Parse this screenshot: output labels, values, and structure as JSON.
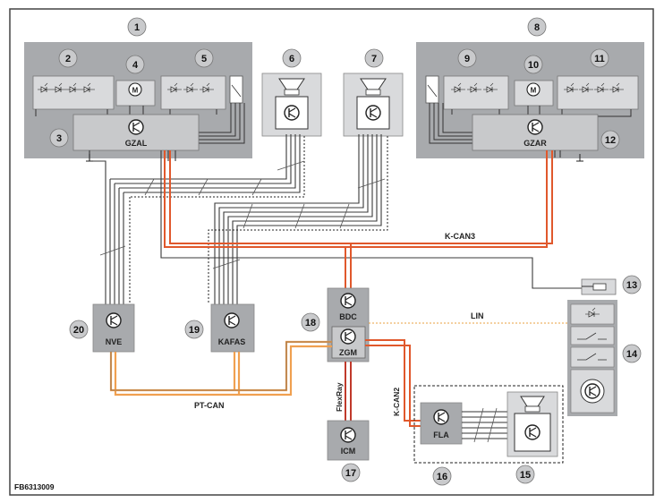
{
  "diagram": {
    "figure_id": "FB6313009",
    "colors": {
      "module_fill": "#a8aaad",
      "panel_fill": "#d9dadc",
      "wire_dark": "#333333",
      "can_red": "#e0582c",
      "pt_can_orange": "#f0a050",
      "lin_dotted": "#e8a040"
    },
    "numbers": [
      "1",
      "2",
      "3",
      "4",
      "5",
      "6",
      "7",
      "8",
      "9",
      "10",
      "11",
      "12",
      "13",
      "14",
      "15",
      "16",
      "17",
      "18",
      "19",
      "20"
    ],
    "modules": {
      "gzal": "GZAL",
      "gzar": "GZAR",
      "nve": "NVE",
      "kafas": "KAFAS",
      "bdc": "BDC",
      "zgm": "ZGM",
      "icm": "ICM",
      "fla": "FLA"
    },
    "buses": {
      "kcan3": "K-CAN3",
      "lin": "LIN",
      "ptcan": "PT-CAN",
      "flexray": "FlexRay",
      "kcan2": "K-CAN2"
    },
    "icons": [
      "transistor-icon",
      "motor-icon",
      "led-icon",
      "relay-icon",
      "speaker-icon",
      "switch-icon",
      "sensor-icon",
      "fuse-icon"
    ]
  }
}
